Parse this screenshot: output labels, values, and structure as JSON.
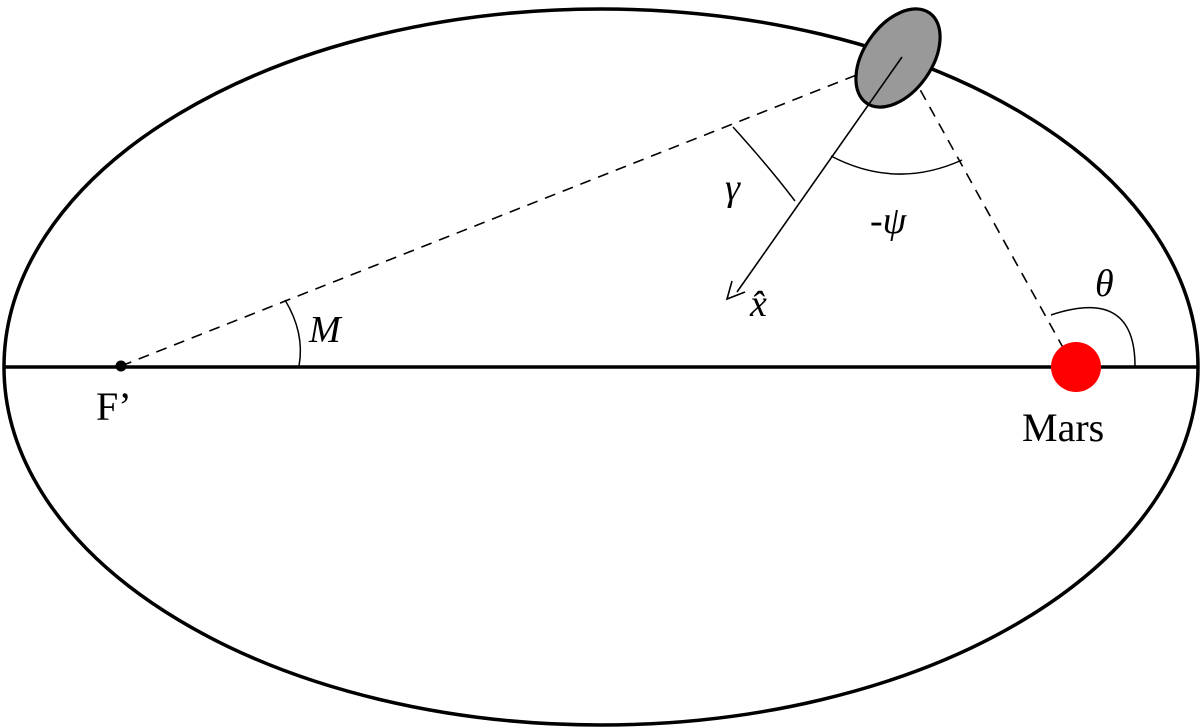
{
  "labels": {
    "focus": "F’",
    "planet": "Mars",
    "mean_anomaly": "M",
    "gamma": "γ",
    "psi": "-ψ",
    "theta": "θ",
    "x_axis": "x̂"
  },
  "colors": {
    "planet": "#ff0000",
    "moon_fill": "#999999",
    "stroke": "#000000"
  }
}
